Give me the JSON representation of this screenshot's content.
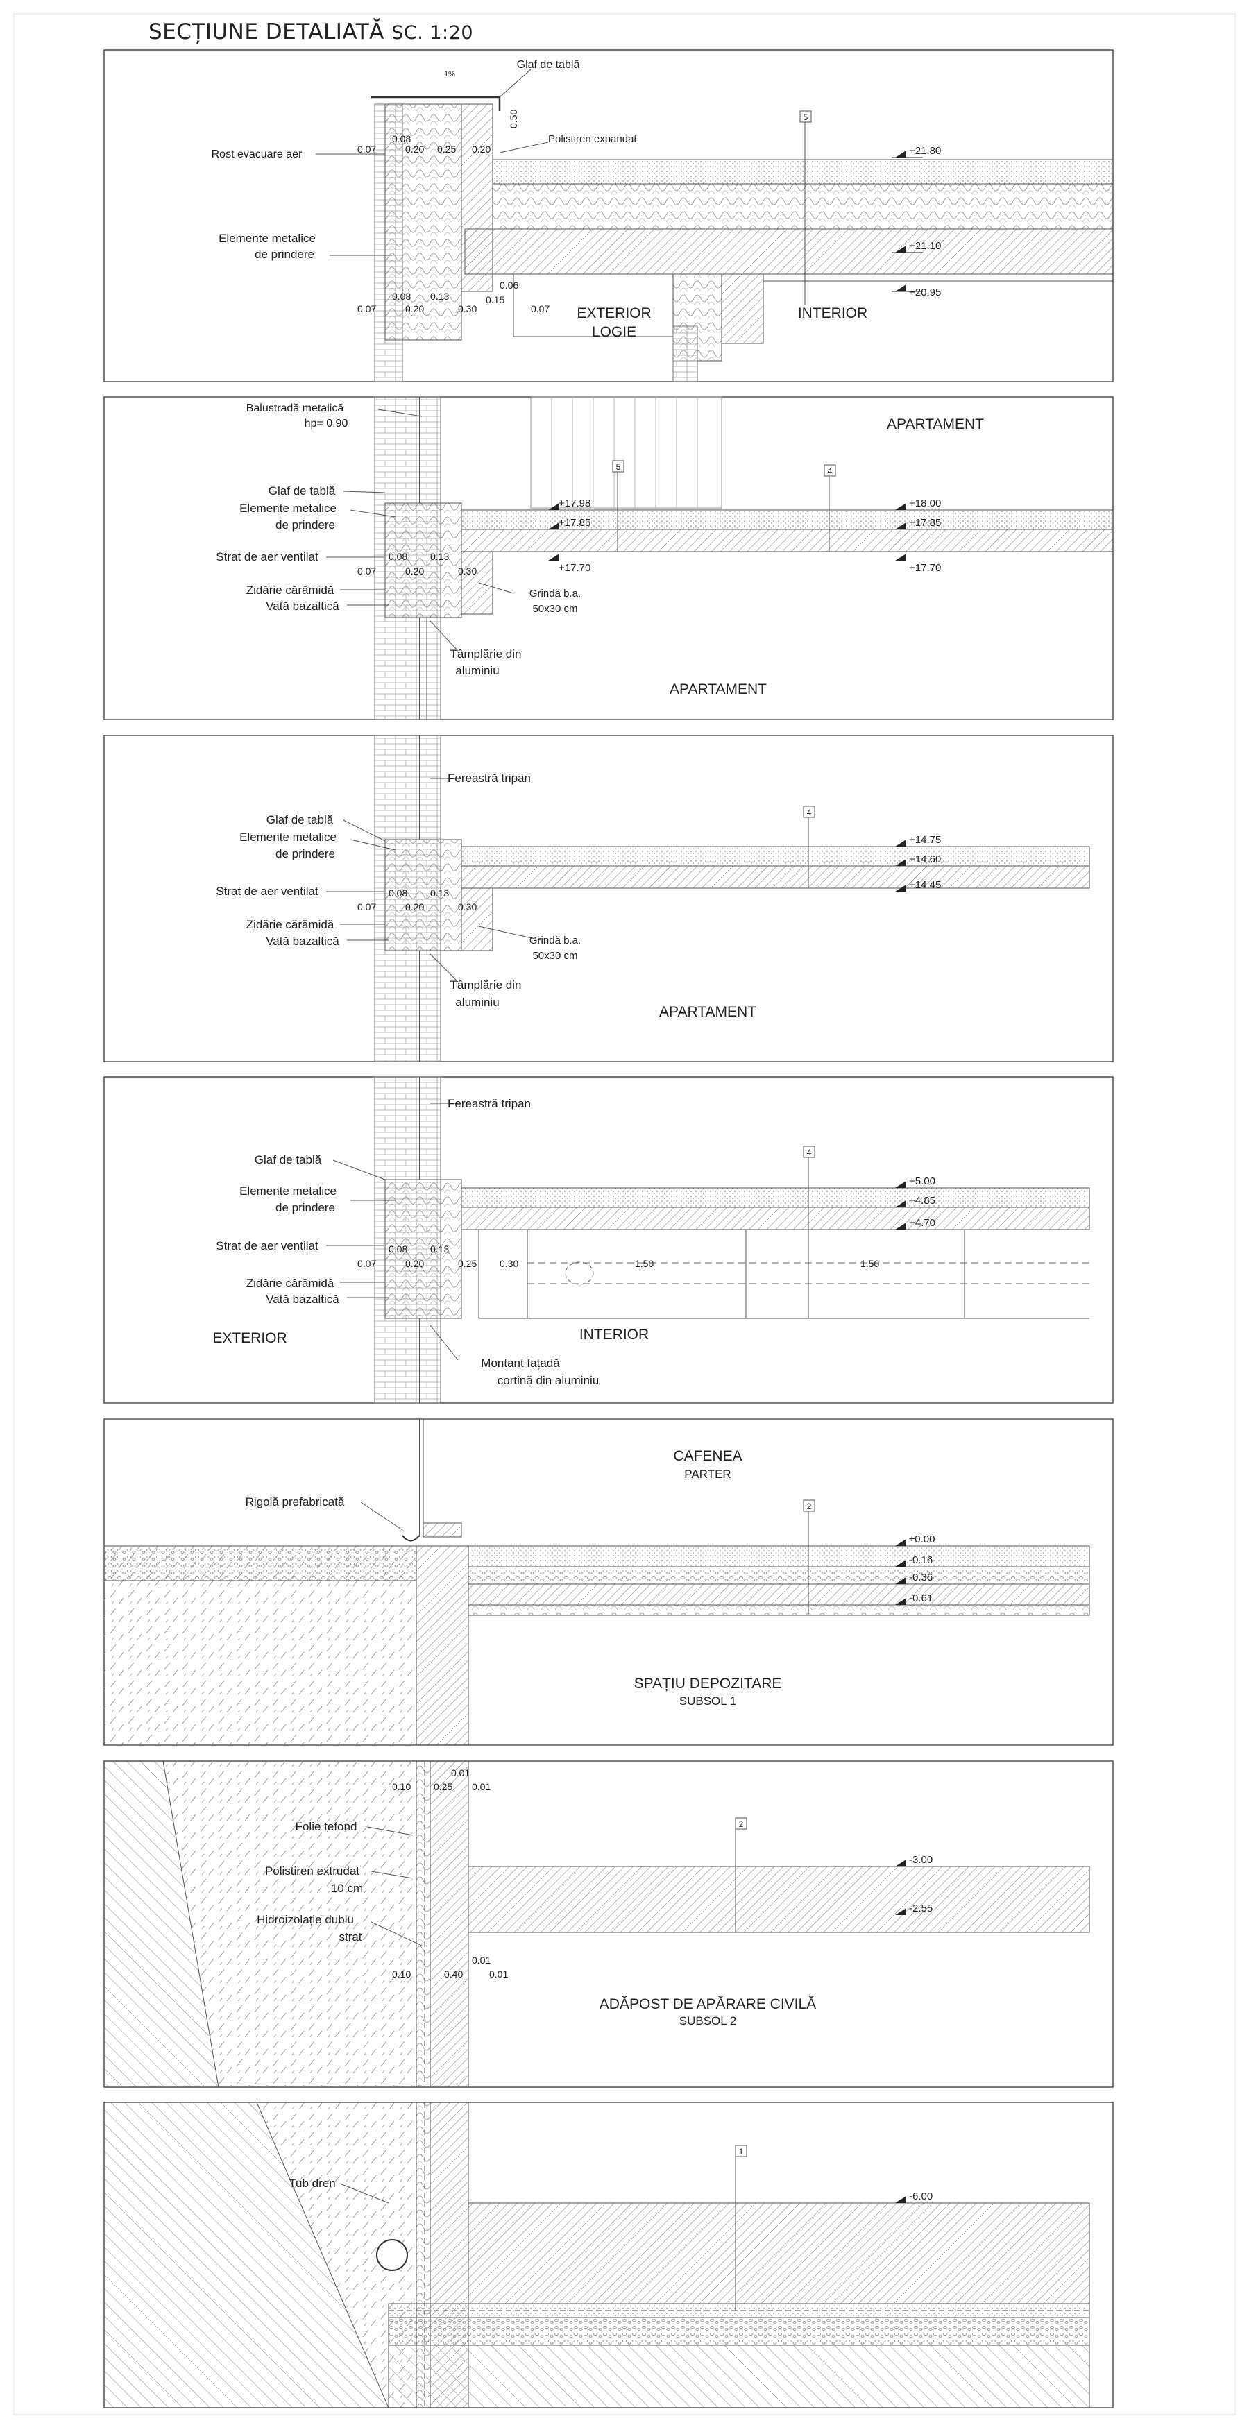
{
  "title": "SECȚIUNE DETALIATĂ",
  "scale": "SC. 1:20",
  "panels": [
    {
      "id": "p1",
      "rooms": [
        "EXTERIOR",
        "LOGIE",
        "INTERIOR"
      ],
      "callouts": [
        "Glaf de tablă",
        "Polistiren expandat",
        "Rost evacuare aer",
        "Elemente metalice",
        "de prindere"
      ],
      "dims": [
        "0.50",
        "0.08",
        "0.07",
        "0.20",
        "0.25",
        "0.20",
        "0.08",
        "0.13",
        "0.15",
        "0.06",
        "0.07",
        "0.20",
        "0.30",
        "0.07",
        "1%"
      ],
      "levels": [
        "+21.80",
        "+21.10",
        "+20.95"
      ],
      "tag": "5"
    },
    {
      "id": "p2",
      "rooms": [
        "APARTAMENT",
        "APARTAMENT"
      ],
      "callouts": [
        "Balustradă metalică",
        "hp= 0.90",
        "Glaf de tablă",
        "Elemente metalice",
        "de prindere",
        "Strat de aer ventilat",
        "Zidărie cărămidă",
        "Vată bazaltică",
        "Grindă b.a.",
        "50x30 cm",
        "Tâmplărie din",
        "aluminiu"
      ],
      "dims": [
        "0.08",
        "0.13",
        "0.07",
        "0.20",
        "0.30"
      ],
      "levels": [
        "+17.98",
        "+17.85",
        "+17.70",
        "+18.00",
        "+17.85",
        "+17.70"
      ],
      "tags": [
        "5",
        "4"
      ]
    },
    {
      "id": "p3",
      "rooms": [
        "APARTAMENT"
      ],
      "callouts": [
        "Fereastră tripan",
        "Glaf de tablă",
        "Elemente metalice",
        "de prindere",
        "Strat de aer ventilat",
        "Zidărie cărămidă",
        "Vată bazaltică",
        "Grindă b.a.",
        "50x30 cm",
        "Tâmplărie din",
        "aluminiu"
      ],
      "dims": [
        "0.08",
        "0.13",
        "0.07",
        "0.20",
        "0.30"
      ],
      "levels": [
        "+14.75",
        "+14.60",
        "+14.45"
      ],
      "tag": "4"
    },
    {
      "id": "p4",
      "rooms": [
        "EXTERIOR",
        "INTERIOR"
      ],
      "callouts": [
        "Fereastră tripan",
        "Glaf de tablă",
        "Elemente metalice",
        "de prindere",
        "Strat de aer ventilat",
        "Zidărie cărămidă",
        "Vată bazaltică",
        "Montant fațadă",
        "cortină din aluminiu"
      ],
      "dims": [
        "0.08",
        "0.13",
        "0.07",
        "0.20",
        "0.25",
        "0.30",
        "1.50",
        "1.50"
      ],
      "levels": [
        "+5.00",
        "+4.85",
        "+4.70"
      ],
      "tag": "4"
    },
    {
      "id": "p5",
      "rooms": [
        "CAFENEA",
        "PARTER",
        "SPAȚIU DEPOZITARE",
        "SUBSOL 1"
      ],
      "callouts": [
        "Rigolă prefabricată"
      ],
      "levels": [
        "±0.00",
        "-0.16",
        "-0.36",
        "-0.61"
      ],
      "tag": "2"
    },
    {
      "id": "p6",
      "rooms": [
        "ADĂPOST DE APĂRARE CIVILĂ",
        "SUBSOL 2"
      ],
      "callouts": [
        "Folie tefond",
        "Polistiren extrudat",
        "10 cm",
        "Hidroizolație dublu",
        "strat"
      ],
      "dims": [
        "0.01",
        "0.10",
        "0.25",
        "0.01",
        "0.01",
        "0.10",
        "0.40",
        "0.01"
      ],
      "levels": [
        "-3.00",
        "-2.55"
      ],
      "tag": "2"
    },
    {
      "id": "p7",
      "rooms": [],
      "callouts": [
        "Tub dren"
      ],
      "levels": [
        "-6.00"
      ],
      "tag": "1"
    }
  ]
}
